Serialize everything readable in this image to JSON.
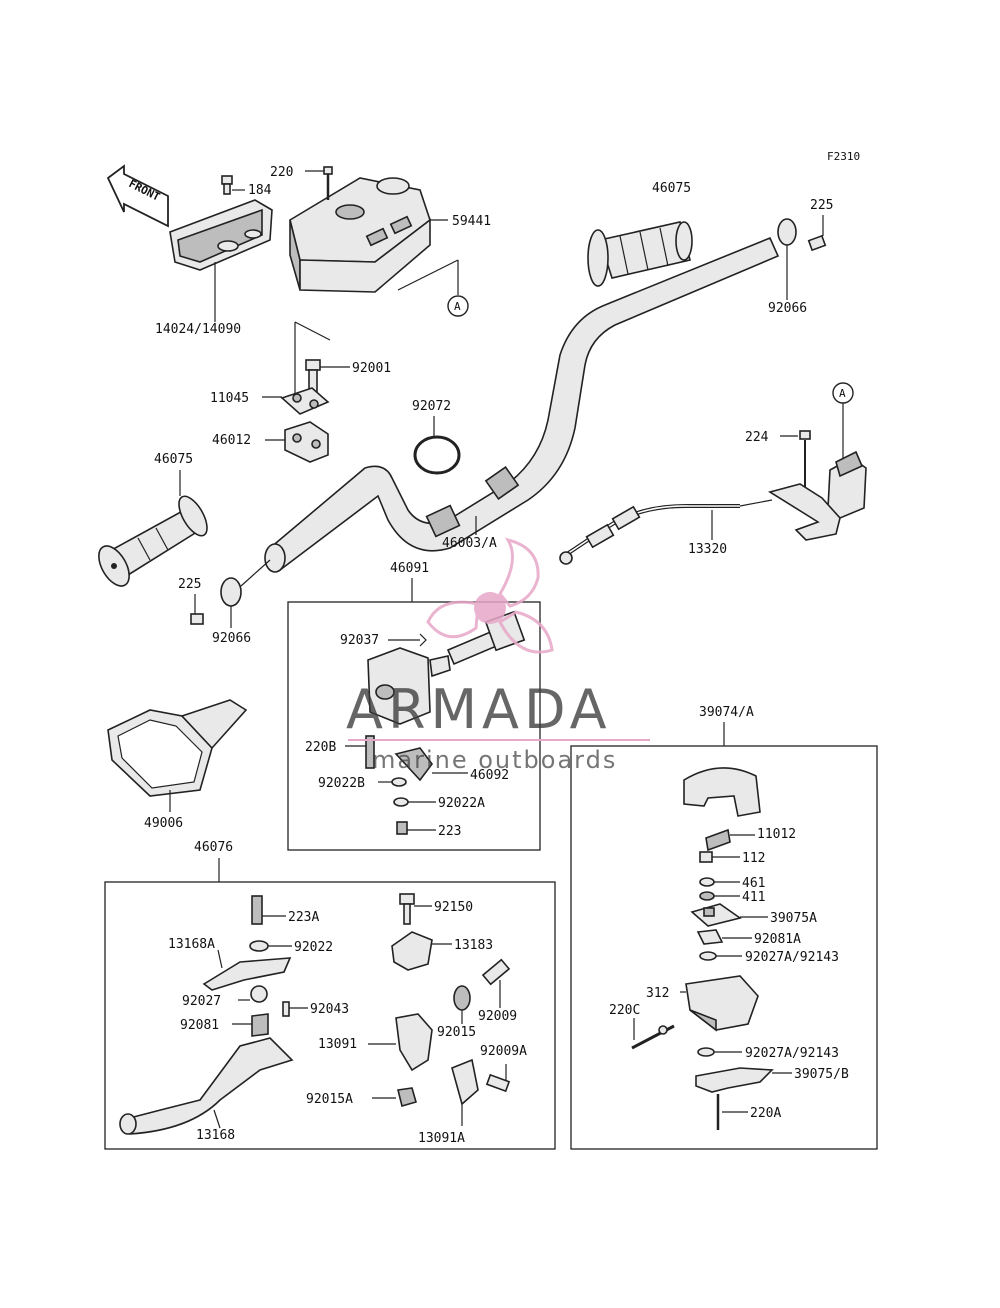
{
  "figure_code": "F2310",
  "front_label": "FRONT",
  "marker": "A",
  "watermark": {
    "brand": "ARMADA",
    "tagline": "marine outboards",
    "brand_color": "#e7a7c8",
    "ink_color": "#3c3c3c"
  },
  "labels": {
    "l184": "184",
    "l220": "220",
    "l59441": "59441",
    "l14024": "14024/14090",
    "l46075_top": "46075",
    "l225_top": "225",
    "l92066_top": "92066",
    "l92001": "92001",
    "l11045": "11045",
    "l46012": "46012",
    "l92072": "92072",
    "l46075_left": "46075",
    "l46003": "46003/A",
    "l224": "224",
    "l13320": "13320",
    "l225_left": "225",
    "l92066_left": "92066",
    "l46091": "46091",
    "l92037": "92037",
    "l220B": "220B",
    "l92022B": "92022B",
    "l46092": "46092",
    "l92022A": "92022A",
    "l223": "223",
    "l49006": "49006",
    "l39074": "39074/A",
    "l11012": "11012",
    "l112": "112",
    "l461": "461",
    "l411": "411",
    "l39075A": "39075A",
    "l92081A": "92081A",
    "l92027A_1": "92027A/92143",
    "l312": "312",
    "l220C": "220C",
    "l92027A_2": "92027A/92143",
    "l39075B": "39075/B",
    "l220A": "220A",
    "l46076": "46076",
    "l223A": "223A",
    "l92150": "92150",
    "l13168A": "13168A",
    "l92022": "92022",
    "l13183": "13183",
    "l92027": "92027",
    "l92043": "92043",
    "l92009": "92009",
    "l92081": "92081",
    "l92015": "92015",
    "l13091": "13091",
    "l92009A": "92009A",
    "l92015A": "92015A",
    "l13168": "13168",
    "l13091A": "13091A"
  }
}
